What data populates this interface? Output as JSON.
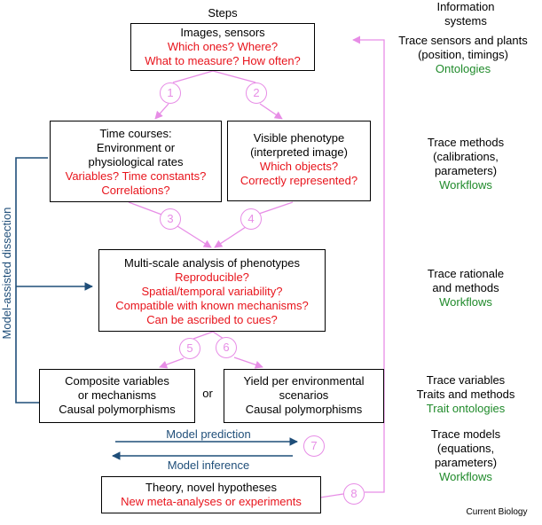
{
  "heading": "Steps",
  "boxes": {
    "images": {
      "line1": "Images, sensors",
      "line2": "Which ones? Where?",
      "line3": "What to measure? How often?"
    },
    "time_courses": {
      "line1": "Time courses:",
      "line2": "Environment or",
      "line3": "physiological rates",
      "line4": "Variables? Time constants?",
      "line5": "Correlations?"
    },
    "visible": {
      "line1": "Visible phenotype",
      "line2": "(interpreted image)",
      "line3": "Which objects?",
      "line4": "Correctly represented?"
    },
    "multiscale": {
      "line1": "Multi-scale analysis of phenotypes",
      "line2": "Reproducible?",
      "line3": "Spatial/temporal variability?",
      "line4": "Compatible with known mechanisms?",
      "line5": "Can be ascribed to cues?"
    },
    "composite": {
      "line1": "Composite variables",
      "line2": "or mechanisms",
      "line3": "Causal polymorphisms"
    },
    "yield": {
      "line1": "Yield per environmental",
      "line2": "scenarios",
      "line3": "Causal polymorphisms"
    },
    "theory": {
      "line1": "Theory, novel hypotheses",
      "line2": "New meta-analyses or experiments"
    }
  },
  "or_label": "or",
  "circles": [
    "1",
    "2",
    "3",
    "4",
    "5",
    "6",
    "7",
    "8"
  ],
  "model_prediction": "Model prediction",
  "model_inference": "Model inference",
  "vertical_label": "Model-assisted dissection",
  "right_column": {
    "info": {
      "line1": "Information",
      "line2": "systems"
    },
    "sensors": {
      "line1": "Trace sensors and plants",
      "line2": "(position, timings)",
      "line3": "Ontologies"
    },
    "methods": {
      "line1": "Trace methods",
      "line2": "(calibrations,",
      "line3": "parameters)",
      "line4": "Workflows"
    },
    "rationale": {
      "line1": "Trace rationale",
      "line2": "and methods",
      "line3": "Workflows"
    },
    "variables": {
      "line1": "Trace variables",
      "line2": "Traits and methods",
      "line3": "Trait ontologies"
    },
    "models": {
      "line1": "Trace models",
      "line2": "(equations,",
      "line3": "parameters)",
      "line4": "Workflows"
    }
  },
  "credit": "Current Biology",
  "colors": {
    "question": "#e8141c",
    "tracing": "#1f8a2a",
    "flow": "#e78de6",
    "model": "#1f4e79"
  }
}
